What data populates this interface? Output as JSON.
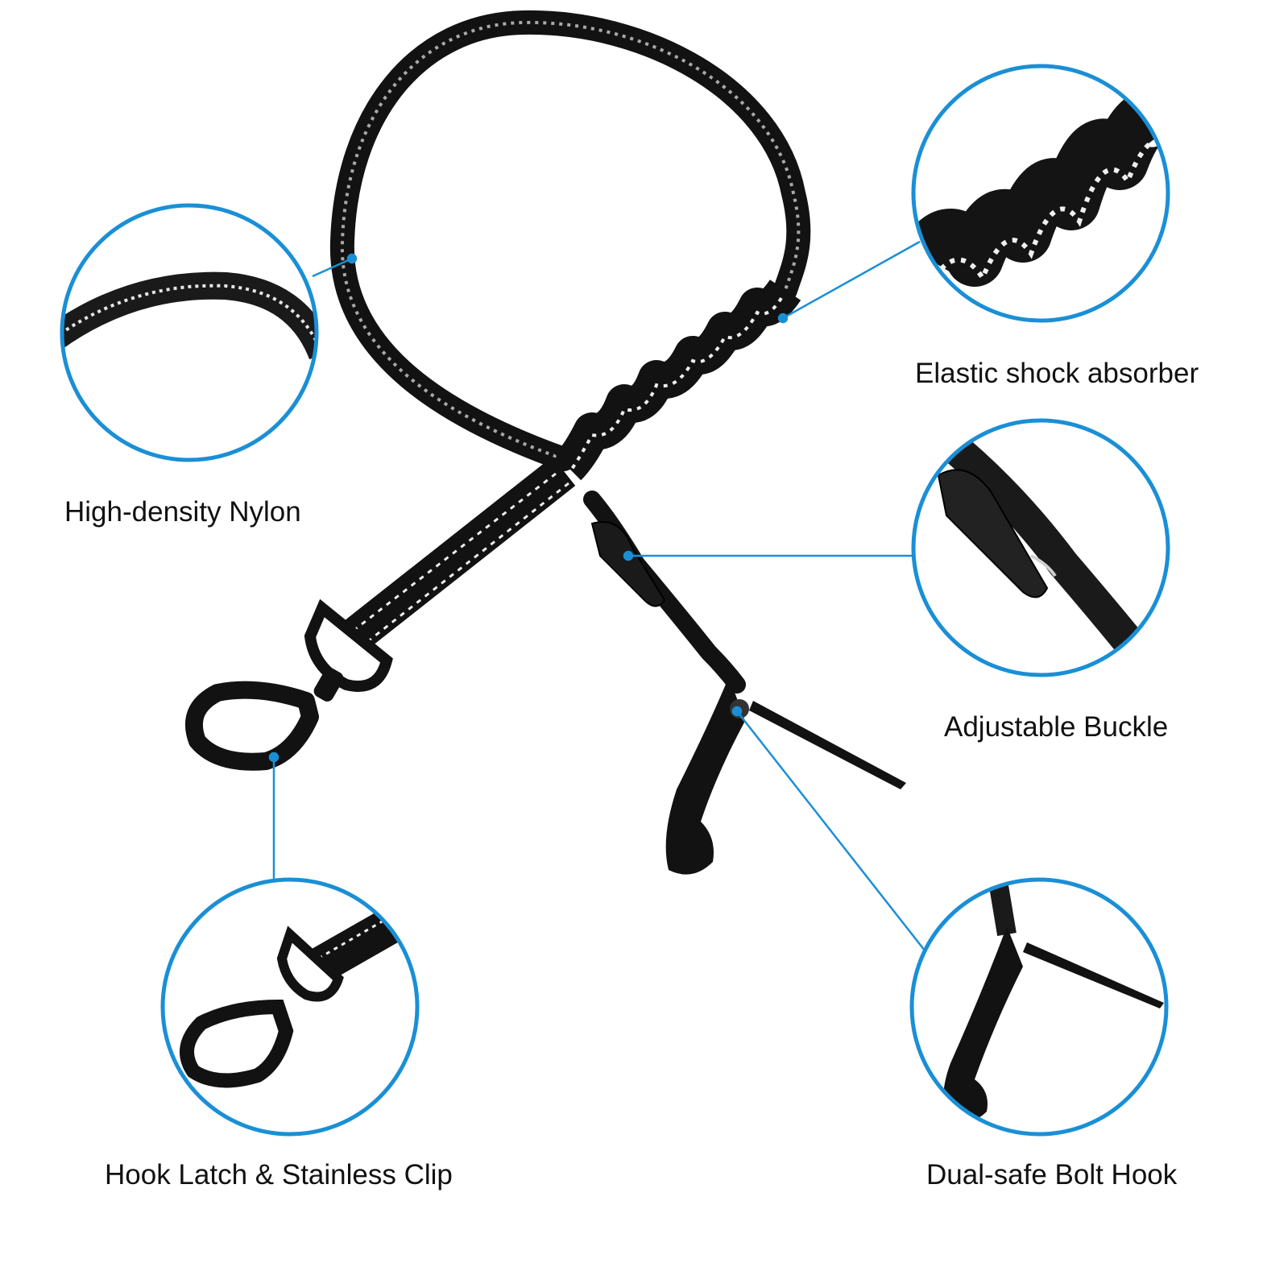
{
  "colors": {
    "accent": "#1a8fd6",
    "product": "#121212",
    "reflective": "#e8e8e8",
    "background": "#ffffff"
  },
  "callouts": [
    {
      "id": "nylon",
      "label": "High-density Nylon"
    },
    {
      "id": "shock",
      "label": "Elastic shock absorber"
    },
    {
      "id": "buckle",
      "label": "Adjustable Buckle"
    },
    {
      "id": "clip",
      "label": "Hook Latch & Stainless Clip"
    },
    {
      "id": "bolt",
      "label": "Dual-safe Bolt Hook"
    }
  ]
}
